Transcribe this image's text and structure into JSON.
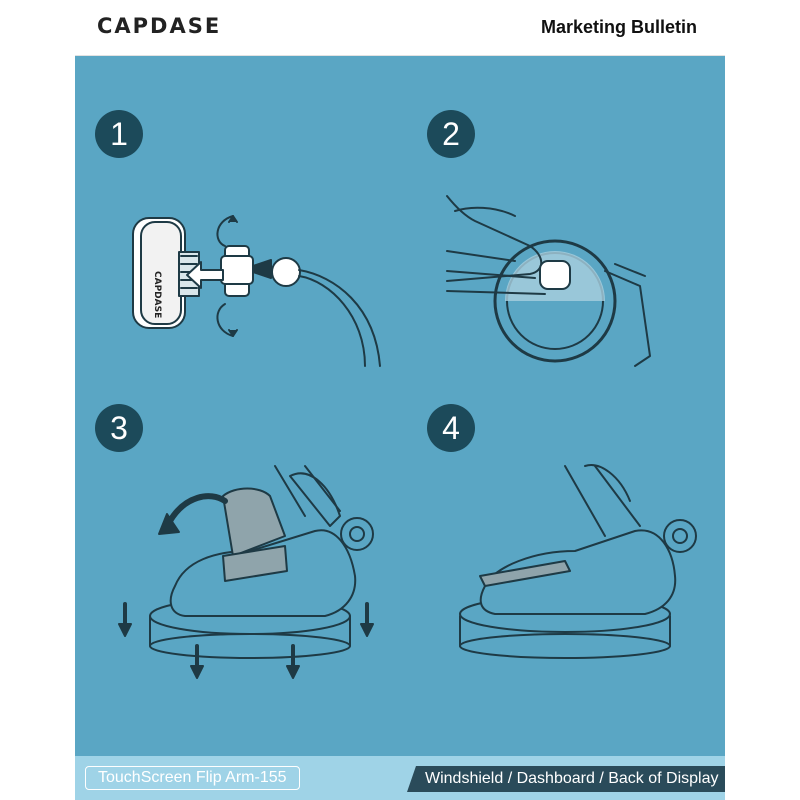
{
  "header": {
    "brand": "CAPDASE",
    "title": "Marketing Bulletin"
  },
  "steps": [
    {
      "number": "1",
      "part_label": "CAPDASE"
    },
    {
      "number": "2"
    },
    {
      "number": "3"
    },
    {
      "number": "4"
    }
  ],
  "footer": {
    "product": "TouchScreen Flip Arm-155",
    "usage": "Windshield / Dashboard / Back of Display"
  },
  "colors": {
    "panel": "#5aa6c4",
    "badge": "#1c4a5a",
    "line": "#1e3a45",
    "footer": "#9fd3e7",
    "usage_bg": "#2a4b5a"
  }
}
